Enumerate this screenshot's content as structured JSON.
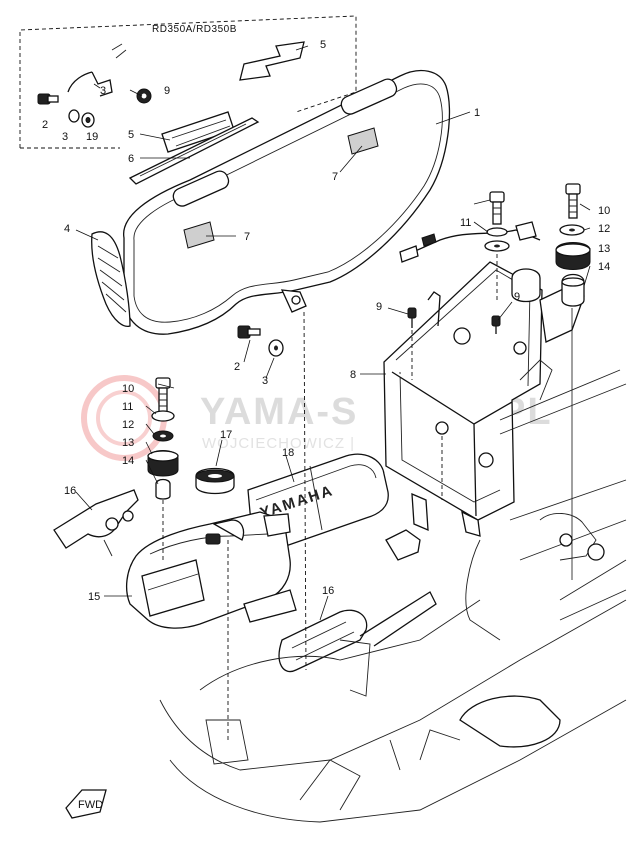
{
  "variant_label": "RD350A/RD350B",
  "watermark": {
    "brand": "YAMA-S",
    "brand_suffix": "PL",
    "line2": "WOJCIECHOWICZ |"
  },
  "cover_branding": "YAMAHA",
  "front_badge": "FWD",
  "colors": {
    "ink": "#111111",
    "watermark_red": "#f3b0b0",
    "watermark_grey": "#dcdcdc"
  },
  "part_labels": {
    "p1": "1",
    "p2a": "2",
    "p2b": "2",
    "p3a": "3",
    "p3b": "3",
    "p3c": "3",
    "p4": "4",
    "p5a": "5",
    "p5b": "5",
    "p6": "6",
    "p7a": "7",
    "p7b": "7",
    "p8": "8",
    "p9a": "9",
    "p9b": "9",
    "p9c": "9",
    "p10a": "10",
    "p10b": "10",
    "p11a": "11",
    "p11b": "11",
    "p12a": "12",
    "p12b": "12",
    "p13a": "13",
    "p13b": "13",
    "p14a": "14",
    "p14b": "14",
    "p15": "15",
    "p16a": "16",
    "p16b": "16",
    "p17": "17",
    "p18": "18",
    "p19": "19"
  }
}
